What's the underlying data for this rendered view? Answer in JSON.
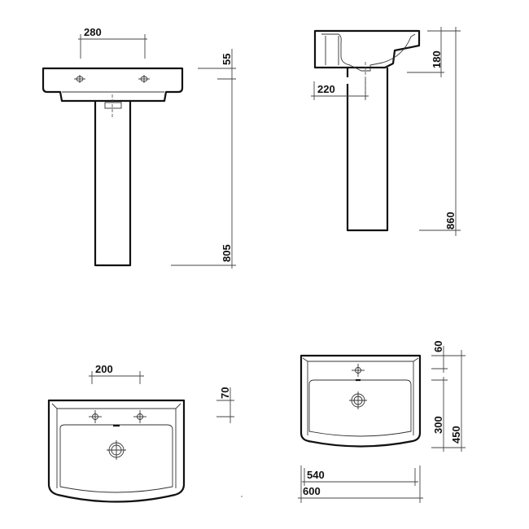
{
  "front_elevation": {
    "tap_centres": "280",
    "tap_ledge_height": "55",
    "basin_rim_height": "805"
  },
  "side_elevation": {
    "basin_depth": "180",
    "waste_offset": "220",
    "overall_height": "860"
  },
  "plan_two_tap": {
    "tap_centres": "200",
    "tap_set_back": "70"
  },
  "plan_one_tap": {
    "tap_set_back": "60",
    "bowl_depth": "300",
    "overall_depth": "450",
    "bowl_width": "540",
    "overall_width": "600"
  }
}
